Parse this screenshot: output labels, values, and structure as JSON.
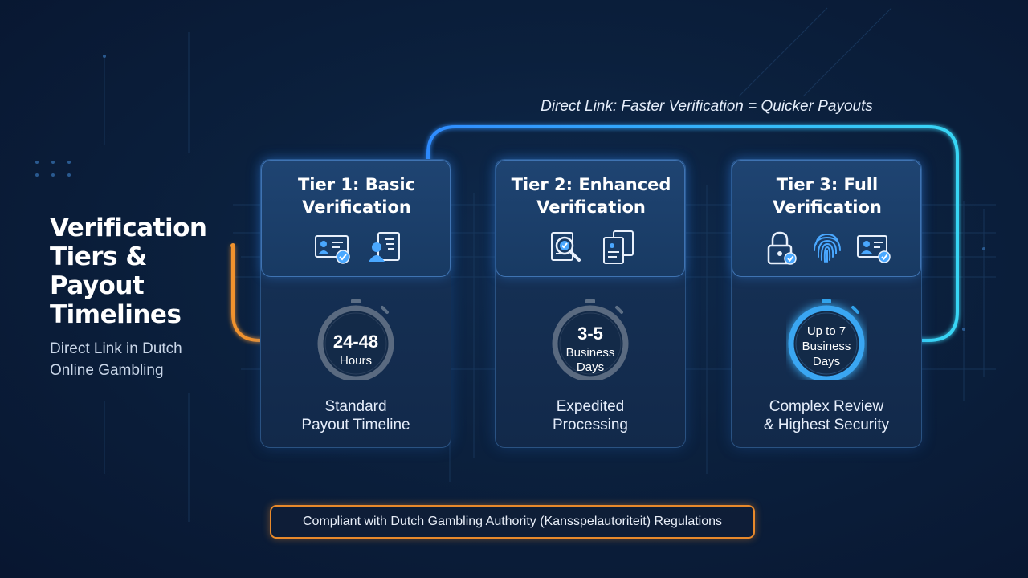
{
  "heading": {
    "title_line1": "Verification",
    "title_line2": "Tiers &",
    "title_line3": "Payout",
    "title_line4": "Timelines",
    "subtitle_line1": "Direct Link in Dutch",
    "subtitle_line2": "Online Gambling"
  },
  "link_caption": "Direct Link: Faster Verification = Quicker Payouts",
  "tiers": [
    {
      "title_line1": "Tier 1: Basic",
      "title_line2": "Verification",
      "timer_main": "24-48",
      "timer_sub1": "Hours",
      "timer_sub2": "",
      "desc_line1": "Standard",
      "desc_line2": "Payout Timeline",
      "icons": [
        "id-card-check-icon",
        "user-document-icon"
      ]
    },
    {
      "title_line1": "Tier 2: Enhanced",
      "title_line2": "Verification",
      "timer_main": "3-5",
      "timer_sub1": "Business",
      "timer_sub2": "Days",
      "desc_line1": "Expedited",
      "desc_line2": "Processing",
      "icons": [
        "magnifier-document-icon",
        "documents-icon"
      ]
    },
    {
      "title_line1": "Tier 3: Full",
      "title_line2": "Verification",
      "timer_main": "Up to 7",
      "timer_sub1": "Business",
      "timer_sub2": "Days",
      "desc_line1": "Complex Review",
      "desc_line2": "& Highest Security",
      "icons": [
        "padlock-check-icon",
        "fingerprint-icon",
        "id-card-check-icon"
      ]
    }
  ],
  "compliance_text": "Compliant with Dutch Gambling Authority (Kansspelautoriteit) Regulations",
  "colors": {
    "accent_blue": "#4aa8ff",
    "accent_cyan": "#3fd0f0",
    "accent_orange": "#f0922e"
  }
}
